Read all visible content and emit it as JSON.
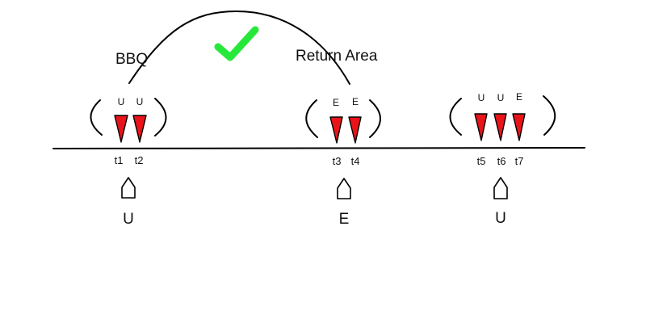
{
  "labels": {
    "bbq": "BBQ",
    "return_area": "Return Area"
  },
  "check_icon": "checkmark-icon",
  "colors": {
    "marker": "#e8141a",
    "check": "#27e83a",
    "line": "#000000"
  },
  "groups": [
    {
      "markers": [
        {
          "state": "U",
          "time": "t1"
        },
        {
          "state": "U",
          "time": "t2"
        }
      ],
      "agent": "U"
    },
    {
      "markers": [
        {
          "state": "E",
          "time": "t3"
        },
        {
          "state": "E",
          "time": "t4"
        }
      ],
      "agent": "E"
    },
    {
      "markers": [
        {
          "state": "U",
          "time": "t5"
        },
        {
          "state": "U",
          "time": "t6"
        },
        {
          "state": "E",
          "time": "t7"
        }
      ],
      "agent": "U"
    }
  ]
}
